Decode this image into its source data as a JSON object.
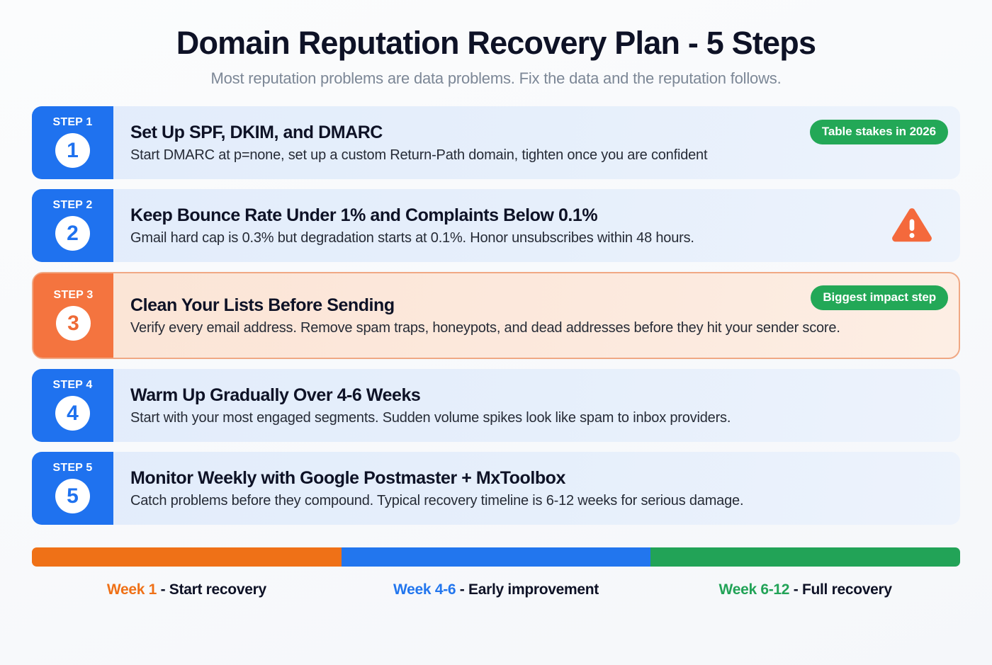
{
  "header": {
    "title": "Domain Reputation Recovery Plan - 5 Steps",
    "subtitle": "Most reputation problems are data problems. Fix the data and the reputation follows."
  },
  "colors": {
    "blue": "#1f72ef",
    "orange": "#f4743f",
    "green": "#23a857",
    "card_blue_bg": "#e4edfb",
    "card_orange_bg": "#fce9dd",
    "page_bg": "#f7f9fb",
    "title_text": "#0e1226",
    "subtitle_text": "#7c8796"
  },
  "steps": [
    {
      "tab_label": "STEP 1",
      "number": "1",
      "title": "Set Up SPF, DKIM, and DMARC",
      "description": "Start DMARC at p=none, set up a custom Return-Path domain, tighten once you are confident",
      "badge": "Table stakes in 2026",
      "icon": null,
      "highlight": false
    },
    {
      "tab_label": "STEP 2",
      "number": "2",
      "title": "Keep Bounce Rate Under 1% and Complaints Below 0.1%",
      "description": "Gmail hard cap is 0.3% but degradation starts at 0.1%. Honor unsubscribes within 48 hours.",
      "badge": null,
      "icon": "warning-triangle-icon",
      "highlight": false
    },
    {
      "tab_label": "STEP 3",
      "number": "3",
      "title": "Clean Your Lists Before Sending",
      "description": "Verify every email address. Remove spam traps, honeypots, and dead addresses before they hit your sender score.",
      "badge": "Biggest impact step",
      "icon": null,
      "highlight": true
    },
    {
      "tab_label": "STEP 4",
      "number": "4",
      "title": "Warm Up Gradually Over 4-6 Weeks",
      "description": "Start with your most engaged segments. Sudden volume spikes look like spam to inbox providers.",
      "badge": null,
      "icon": null,
      "highlight": false
    },
    {
      "tab_label": "STEP 5",
      "number": "5",
      "title": "Monitor Weekly with Google Postmaster + MxToolbox",
      "description": "Catch problems before they compound. Typical recovery timeline is 6-12 weeks for serious damage.",
      "badge": null,
      "icon": null,
      "highlight": false
    }
  ],
  "timeline": {
    "segments": [
      {
        "week": "Week 1",
        "rest": " - Start recovery",
        "color": "#ef7117"
      },
      {
        "week": "Week 4-6",
        "rest": " - Early improvement",
        "color": "#2276ee"
      },
      {
        "week": "Week 6-12",
        "rest": " - Full recovery",
        "color": "#22a357"
      }
    ]
  }
}
